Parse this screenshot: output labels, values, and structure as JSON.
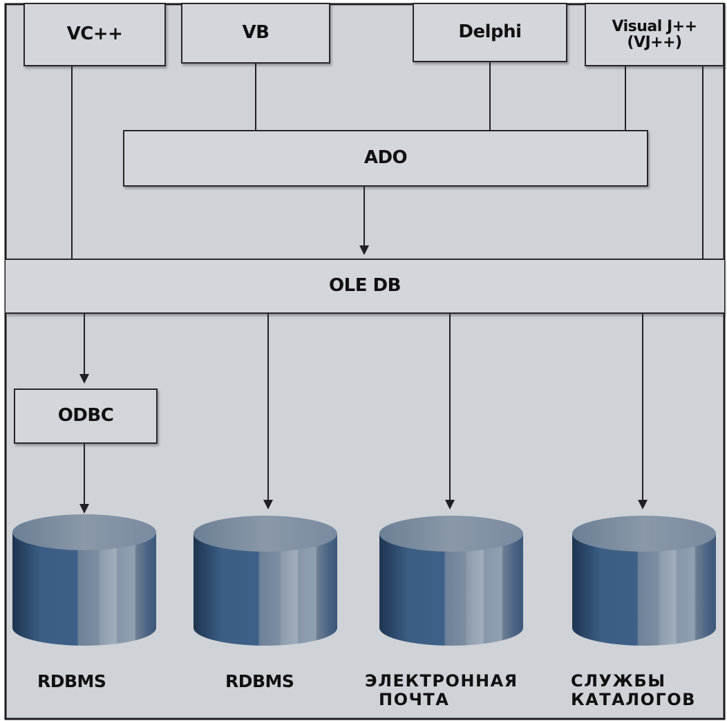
{
  "diagram": {
    "clients": {
      "vcpp": "VC++",
      "vb": "VB",
      "delphi": "Delphi",
      "vjpp_line1": "Visual J++",
      "vjpp_line2": "(VJ++)"
    },
    "ado": "ADO",
    "oledb": "OLE DB",
    "odbc": "ODBC",
    "datastores": [
      {
        "label_line1": "RDBMS",
        "label_line2": ""
      },
      {
        "label_line1": "RDBMS",
        "label_line2": ""
      },
      {
        "label_line1": "ЭЛЕКТРОННАЯ",
        "label_line2": "ПОЧТА"
      },
      {
        "label_line1": "СЛУЖБЫ",
        "label_line2": "КАТАЛОГОВ"
      }
    ],
    "colors": {
      "background": "#cfd2d6",
      "box_fill": "#d3d6da",
      "line": "#202024",
      "cylinder_dark": "#3b5c80",
      "cylinder_light": "#9aa8b6",
      "cylinder_top": "#7f8fa1"
    }
  }
}
